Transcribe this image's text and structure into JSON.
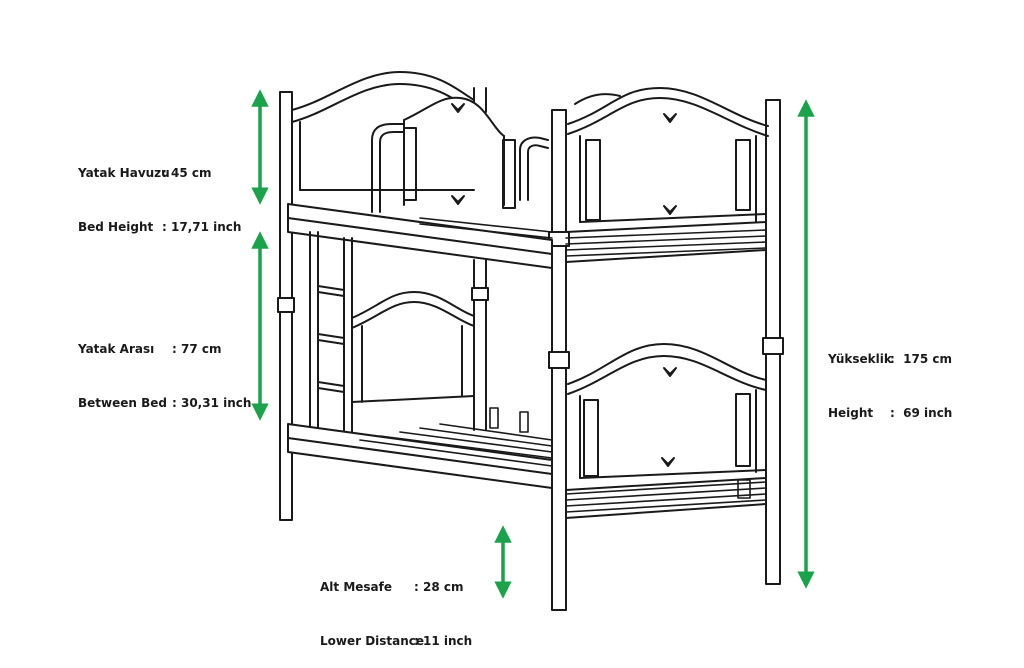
{
  "colors": {
    "accent": "#1aa34a",
    "line": "#1a1a1a",
    "background": "#ffffff"
  },
  "dimensions": {
    "bed_height": {
      "label_tr": "Yatak Havuzu",
      "value_tr": ": 45 cm",
      "label_en": "Bed Height",
      "value_en": ": 17,71 inch"
    },
    "between_bed": {
      "label_tr": "Yatak Arası",
      "value_tr": ": 77 cm",
      "label_en": "Between Bed",
      "value_en": ": 30,31 inch"
    },
    "total_height": {
      "label_tr": "Yükseklik",
      "value_tr": ":  175 cm",
      "label_en": "Height",
      "value_en": ":  69 inch"
    },
    "lower_distance": {
      "label_tr": "Alt Mesafe",
      "value_tr": ": 28 cm",
      "label_en": "Lower Distance",
      "value_en": ": 11 inch"
    }
  }
}
